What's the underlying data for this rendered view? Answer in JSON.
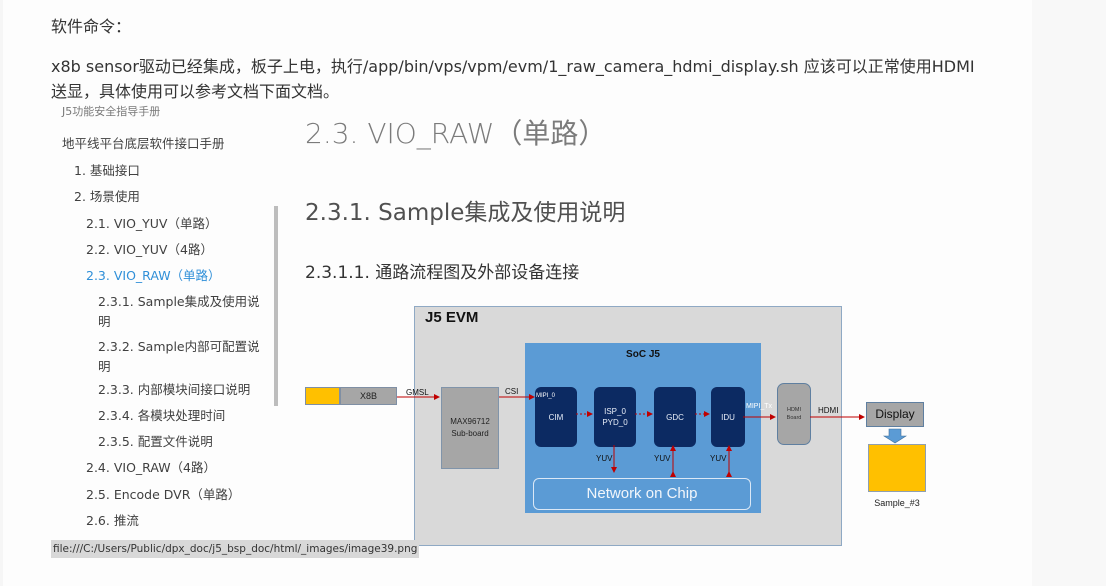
{
  "page": {
    "label": "软件命令：",
    "paragraph": "x8b sensor驱动已经集成，板子上电，执行/app/bin/vps/vpm/evm/1_raw_camera_hdmi_display.sh 应该可以正常使用HDMI送显，具体使用可以参考文档下面文档。"
  },
  "toc": {
    "items": [
      {
        "label": "J5功能安全指导手册"
      },
      {
        "label": "地平线平台底层软件接口手册"
      },
      {
        "label": "1. 基础接口"
      },
      {
        "label": "2. 场景使用"
      },
      {
        "label": "2.1. VIO_YUV（单路）"
      },
      {
        "label": "2.2. VIO_YUV（4路）"
      },
      {
        "label": "2.3. VIO_RAW（单路）"
      },
      {
        "label": "2.3.1. Sample集成及使用说明"
      },
      {
        "label": "2.3.2. Sample内部可配置说明"
      },
      {
        "label": "2.3.3. 内部模块间接口说明"
      },
      {
        "label": "2.3.4. 各模块处理时间"
      },
      {
        "label": "2.3.5. 配置文件说明"
      },
      {
        "label": "2.4. VIO_RAW（4路）"
      },
      {
        "label": "2.5. Encode DVR（单路）"
      },
      {
        "label": "2.6. 推流"
      }
    ],
    "active_index": 6,
    "active_color": "#2f8fd8"
  },
  "doc": {
    "h1": "2.3. VIO_RAW（单路）",
    "h2": "2.3.1. Sample集成及使用说明",
    "h3": "2.3.1.1. 通路流程图及外部设备连接"
  },
  "diagram": {
    "evm_label": "J5 EVM",
    "soc_label": "SoC J5",
    "sensor_label": "X8B",
    "gmsl_label": "GMSL",
    "csi_label": "CSI",
    "subboard_line1": "MAX96712",
    "subboard_line2": "Sub-board",
    "mipi_in_label": "MIPI_0",
    "chips": [
      {
        "line1": "CIM",
        "line2": ""
      },
      {
        "line1": "ISP_0",
        "line2": "PYD_0"
      },
      {
        "line1": "GDC",
        "line2": ""
      },
      {
        "line1": "IDU",
        "line2": ""
      }
    ],
    "yuv_label": "YUV",
    "noc_label": "Network  on Chip",
    "mipi_tx_label": "MIPI_Tx",
    "hdmi_board_line1": "HDMI",
    "hdmi_board_line2": "Board",
    "hdmi_label": "HDMI",
    "display_label": "Display",
    "sample_label": "Sample_#3",
    "colors": {
      "evm_bg": "#d9d9d9",
      "soc_bg": "#5b9bd5",
      "chip_bg": "#0c2a62",
      "sensor_yellow": "#ffc000",
      "wire_red": "#c00000"
    }
  },
  "status_bar": {
    "url": "file:///C:/Users/Public/dpx_doc/j5_bsp_doc/html/_images/image39.png"
  }
}
